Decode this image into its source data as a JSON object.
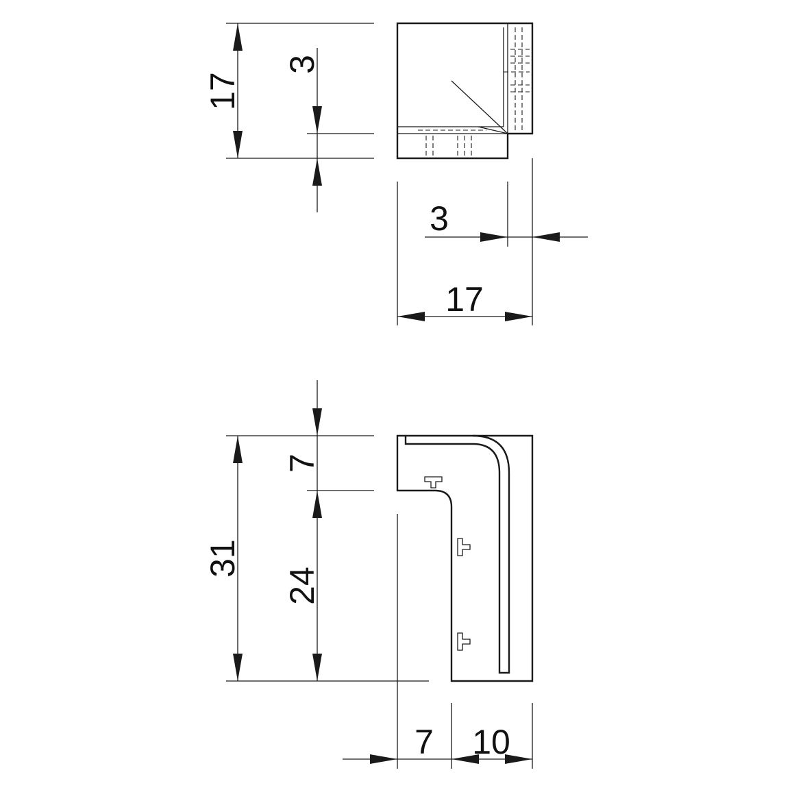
{
  "colors": {
    "line": "#1a1a1a",
    "background": "#ffffff"
  },
  "top_view": {
    "height_label": "17",
    "offset_height_label": "3",
    "width_label": "17",
    "offset_width_label": "3"
  },
  "front_view": {
    "total_height_label": "31",
    "top_part_label": "7",
    "bottom_part_label": "24",
    "left_width_label": "7",
    "right_width_label": "10"
  }
}
